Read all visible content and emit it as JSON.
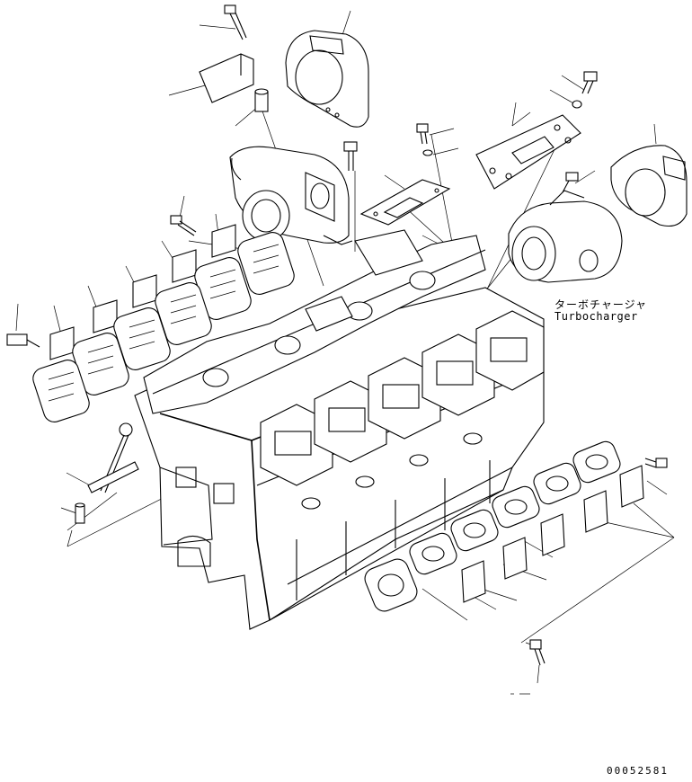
{
  "labels": {
    "turbocharger_jp": "ターボチャージャ",
    "turbocharger_en": "Turbocharger"
  },
  "document_number": "00052581",
  "colors": {
    "line": "#000000",
    "background": "#ffffff"
  }
}
